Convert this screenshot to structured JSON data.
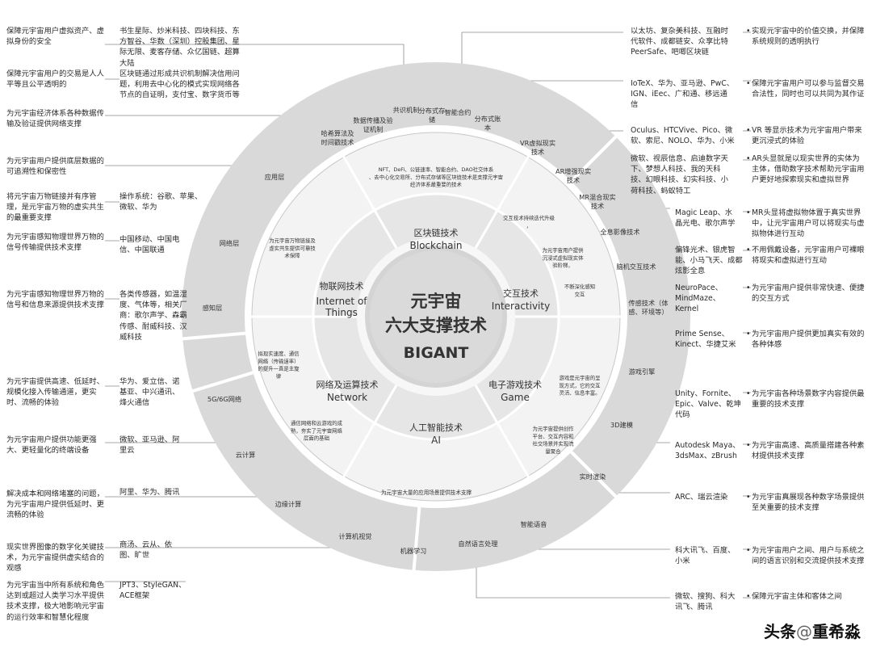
{
  "center": {
    "line1": "元宇宙",
    "line2": "六大支撑技术",
    "line3": "BIGANT"
  },
  "core_techs": [
    {
      "cn": "区块链技术",
      "en": "Blockchain"
    },
    {
      "cn": "交互技术",
      "en": "Interactivity"
    },
    {
      "cn": "电子游戏技术",
      "en": "Game"
    },
    {
      "cn": "人工智能技术",
      "en": "AI"
    },
    {
      "cn": "网络及运算技术",
      "en": "Network"
    },
    {
      "cn": "物联网技术",
      "en": "Internet of Things"
    }
  ],
  "mid_notes": [
    "NFT、DeFi、公链速率、智能合约、DAO社交体系、去中心化交易所、分布式存储等区块链技术是支撑元宇宙经济体系最重要的技术",
    "交互技术持续迭代升级，",
    "为元宇宙用户提供沉浸式虚拟现实体验阶梯，",
    "不断深化感知交互",
    "游戏是元宇宙的呈现方式，它的交互灵活、信息丰富。",
    "为元宇宙提供创作平台、交互内容和社交场景并实现流量聚合",
    "为元宇宙大量的应用场景提供技术支撑",
    "通信网络和云游戏的成熟，夯实了元宇宙网络层面的基础",
    "拟现实速度、通信网络（传输速率）的提升一直是主旋律",
    "为元宇宙万物链接及虚实共生提供可靠技术保障"
  ],
  "outer_ring_labels": [
    "哈希算法及时间戳技术",
    "数据传播及验证机制",
    "共识机制",
    "分布式存储",
    "智能合约",
    "分布式账本",
    "VR虚拟现实技术",
    "AR增强现实技术",
    "MR混合现实技术",
    "全息影像技术",
    "脑机交互技术",
    "传感技术（体感、环境等）",
    "游戏引擎",
    "3D建模",
    "实时渲染",
    "智能语音",
    "自然语言处理",
    "机器学习",
    "计算机视觉",
    "边缘计算",
    "云计算",
    "5G/6G网络",
    "感知层",
    "网络层",
    "应用层"
  ],
  "left_annotations": [
    "保障元宇宙用户虚拟资产、虚拟身份的安全",
    "保障元宇宙用户的交易是人人平等且公平透明的",
    "为元宇宙经济体系各种数据传输及验证提供网络支撑",
    "为元宇宙用户提供底层数据的可追溯性和保密性",
    "将元宇宙万物链接并有序管理，是元宇宙万物的虚实共生的最重要支撑",
    "为元宇宙感知物理世界万物的信号传输提供技术支撑",
    "为元宇宙感知物理世界万物的信号和信息来源提供技术支撑",
    "为元宇宙提供高速、低延时、规模化接入传输通道，更实时、流畅的体验",
    "为元宇宙用户提供功能更强大、更轻量化的终端设备",
    "解决成本和网络堵塞的问题，为元宇宙用户提供低延时、更流畅的体验",
    "现实世界图像的数字化关键技术，为元宇宙提供虚实结合的观感",
    "为元宇宙当中所有系统和角色达到或超过人类学习水平提供技术支撑，极大地影响元宇宙的运行效率和智慧化程度"
  ],
  "left_companies": [
    "书生星际、炒米科技、四块科技、东方智谷、华数（深圳）控股集团、星际无限、麦客存储、众亿国链、超算大陆",
    "区块链通过形成共识机制解决信用问题，利用去中心化的模式实现网络各节点的自证明，支付宝、数字货币等",
    "操作系统：谷歌、苹果、微软、华为",
    "中国移动、中国电信、中国联通",
    "各类传感器，如温湿度、气体等，相关厂商：歌尔声学、森霸传感、耐威科技、汉威科技",
    "华为、爱立信、诺基亚、中兴通讯、烽火通信",
    "微软、亚马逊、阿里云",
    "阿里、华为、腾讯",
    "商汤、云从、依图、旷世",
    "JPT3、StyleGAN、ACE框架"
  ],
  "right_companies": [
    "以太坊、复杂美科技、互融时代软件、成都链安、众享比特PeerSafe、吧唧区块链",
    "IoTeX、华为、亚马逊、PwC、IGN、iEec、广和通、移远通信",
    "Oculus、HTCVive、Pico、微软、索尼、NOLO、华为、小米",
    "微软、视辰信息、启迪数字天下、梦想人科技、我的天科技、幻眼科技、幻实科技、小荷科技、蚂蚁特工",
    "Magic Leap、水晶光电、歌尔声学",
    "偏锋光术、银虎智能、小马飞天、成都炫影全息",
    "NeuroPace、MindMaze、Kernel",
    "Prime Sense、Kinect、华捷艾米",
    "Unity、Fornite、Epic、Valve、乾坤代码",
    "Autodesk Maya、3dsMax、zBrush",
    "ARC、瑞云渲染",
    "科大讯飞、百度、小米",
    "微软、搜狗、科大讯飞、腾讯"
  ],
  "right_annotations": [
    "实现元宇宙中的价值交换，并保障系统规则的透明执行",
    "保障元宇宙用户可以参与监督交易合法性，同时也可以共同为其作证",
    "VR 等显示技术为元宇宙用户带来更沉浸式的体验",
    "AR头显就是以现实世界的实体为主体，借助数字技术帮助元宇宙用户更好地探索现实和虚拟世界",
    "MR头显将虚拟物体置于真实世界中，让元宇宙用户可以将现实与虚拟物体进行互动",
    "不用佩戴设备，元宇宙用户可裸眼将现实和虚拟进行互动",
    "为元宇宙用户提供非常快速、便捷的交互方式",
    "为元宇宙用户提供更加真实有效的各种体感",
    "为元宇宙各种场景数字内容提供最重要的技术支撑",
    "为元宇宙高速、高质量搭建各种素材提供技术支撑",
    "为元宇宙真展现各种数字场景提供至关重要的技术支撑",
    "为元宇宙用户之间、用户与系统之间的语言识别和交流提供技术支撑",
    "保障元宇宙主体和客体之间"
  ],
  "watermark": {
    "prefix": "头条",
    "at": "@",
    "name": "重希淼"
  }
}
